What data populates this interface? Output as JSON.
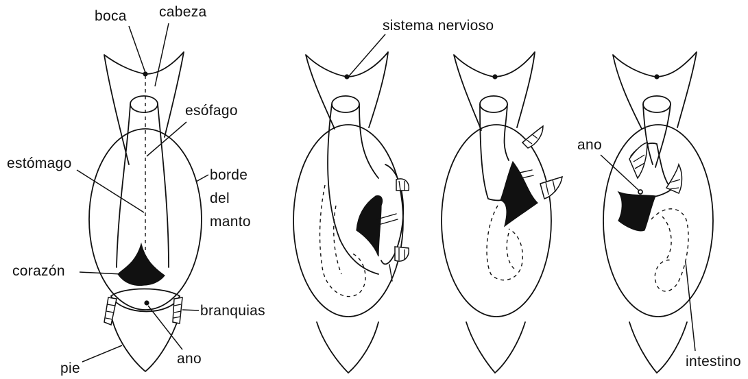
{
  "labels": {
    "boca": "boca",
    "cabeza": "cabeza",
    "sistema_nervioso": "sistema nervioso",
    "esofago": "esófago",
    "estomago": "estómago",
    "borde": "borde",
    "del": "del",
    "manto": "manto",
    "corazon": "corazón",
    "branquias": "branquias",
    "ano_1": "ano",
    "pie": "pie",
    "ano_4": "ano",
    "intestino": "intestino"
  }
}
